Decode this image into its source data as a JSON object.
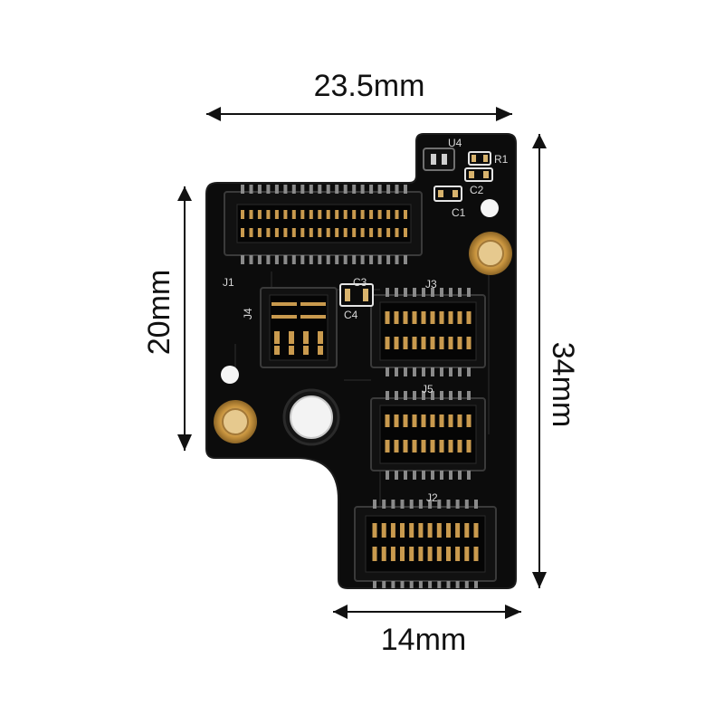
{
  "dimensions": {
    "top_width": "23.5mm",
    "left_height": "20mm",
    "right_height": "34mm",
    "bottom_width": "14mm"
  },
  "silkscreen": {
    "u4": "U4",
    "r1": "R1",
    "c1": "C1",
    "c2": "C2",
    "c3": "C3",
    "c4": "C4",
    "j1": "J1",
    "j2": "J2",
    "j3": "J3",
    "j4": "J4",
    "j5": "J5"
  },
  "colors": {
    "board": "#0c0c0c",
    "pin_gold": "#c99a4e",
    "silkscreen": "#d8d8d8",
    "pad_gold": "#d9b46e"
  },
  "icons": [
    "dimension-arrow-icon",
    "mounting-hole-icon"
  ]
}
